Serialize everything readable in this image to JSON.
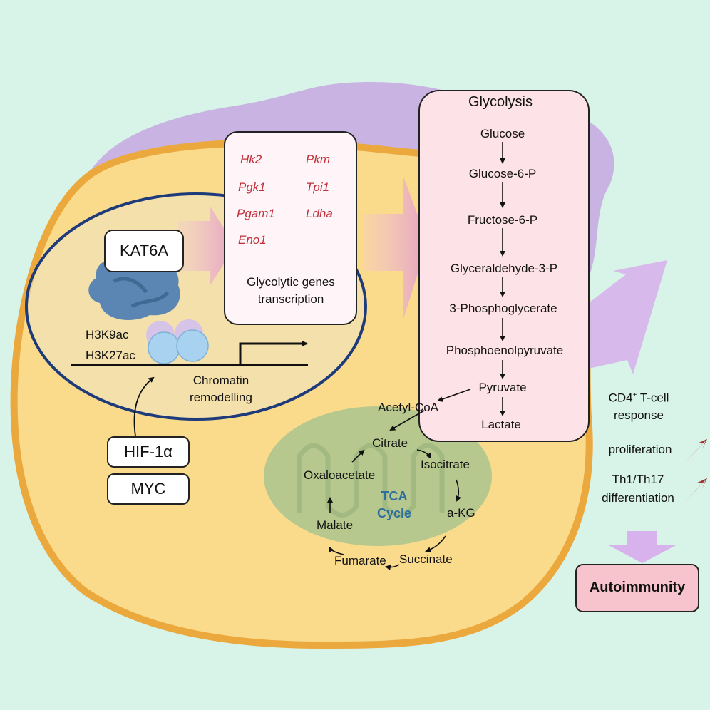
{
  "kat6a": "KAT6A",
  "histone_marks": [
    "H3K9ac",
    "H3K27ac"
  ],
  "chromatin_label": [
    "Chromatin",
    "remodelling"
  ],
  "regulators": [
    "HIF-1α",
    "MYC"
  ],
  "genes": {
    "left": [
      "Hk2",
      "Pgk1",
      "Pgam1",
      "Eno1"
    ],
    "right": [
      "Pkm",
      "Tpi1",
      "Ldha"
    ]
  },
  "transcription_label": [
    "Glycolytic genes",
    "transcription"
  ],
  "glycolysis": {
    "title": "Glycolysis",
    "steps": [
      "Glucose",
      "Glucose-6-P",
      "Fructose-6-P",
      "Glyceraldehyde-3-P",
      "3-Phosphoglycerate",
      "Phosphoenolpyruvate",
      "Pyruvate",
      "Lactate"
    ]
  },
  "acetyl_coa": "Acetyl-CoA",
  "tca": {
    "center": [
      "TCA",
      "Cycle"
    ],
    "metabolites": [
      "Citrate",
      "Isocitrate",
      "a-KG",
      "Succinate",
      "Fumarate",
      "Malate",
      "Oxaloacetate"
    ]
  },
  "response": {
    "title_prefix": "CD4",
    "title_sup": "+",
    "title_suffix": " T-cell",
    "title_line2": "response",
    "items": [
      "proliferation",
      "Th1/Th17",
      "differentiation"
    ]
  },
  "outcome": "Autoimmunity",
  "colors": {
    "background": "#d8f3e7",
    "cell": "#fadb8c",
    "cell_border": "#eba83c",
    "er": "#c9b3e3",
    "mitochondrion": "#a9c48e",
    "glycolysis_box": "#fde3e7",
    "gene_text": "#c0303a",
    "tca_text": "#2e6f9e",
    "outcome_box": "#f7c4cd"
  }
}
